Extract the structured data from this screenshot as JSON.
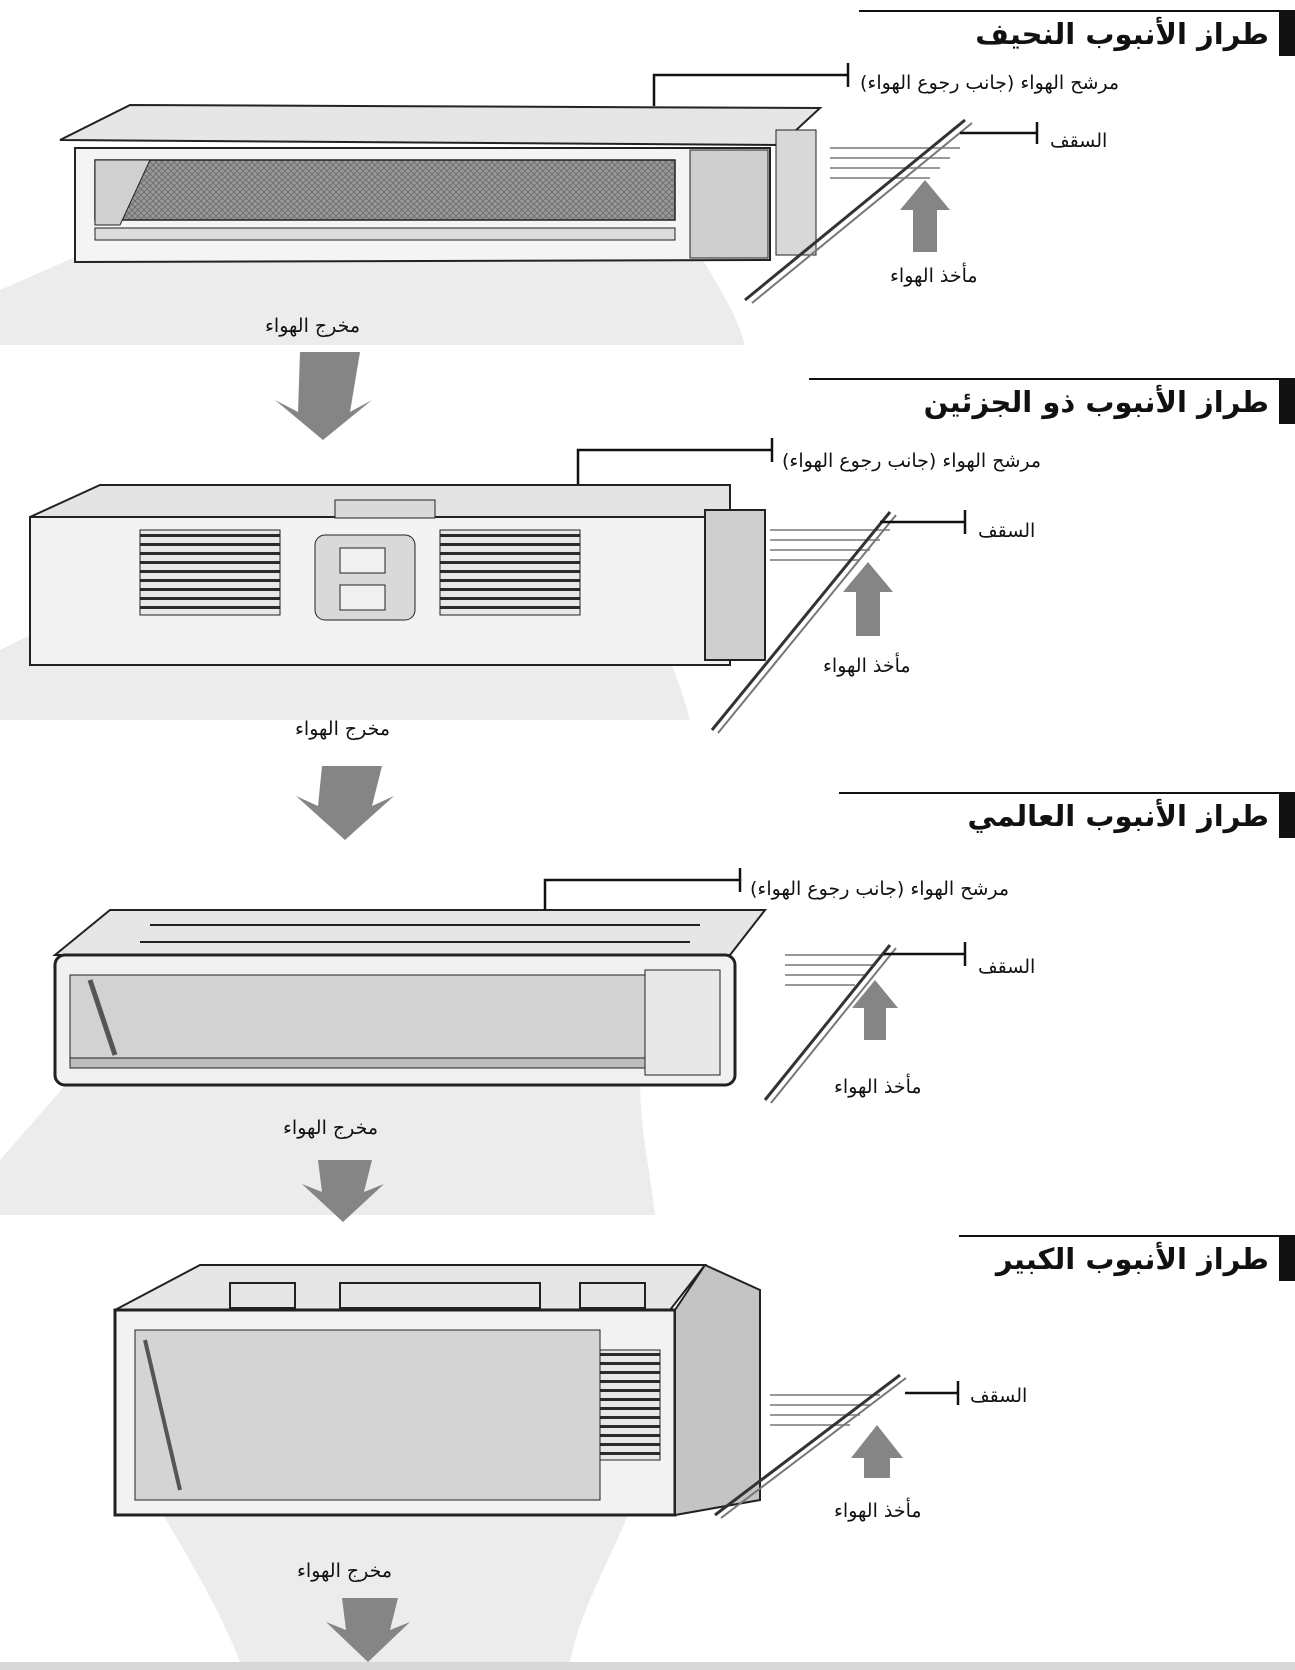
{
  "colors": {
    "ink": "#111111",
    "arrow": "#858585",
    "airflow": "#e9e9e9",
    "unit_body": "#f2f2f2",
    "unit_shade": "#b5b5b5"
  },
  "sections": [
    {
      "title": "طراز الأنبوب النحيف",
      "filter_label": "مرشح الهواء (جانب رجوع الهواء)",
      "ceiling_label": "السقف",
      "intake_label": "مأخذ الهواء",
      "outlet_label": "مخرج الهواء"
    },
    {
      "title": "طراز الأنبوب ذو الجزئين",
      "filter_label": "مرشح الهواء (جانب رجوع الهواء)",
      "ceiling_label": "السقف",
      "intake_label": "مأخذ الهواء",
      "outlet_label": "مخرج الهواء"
    },
    {
      "title": "طراز الأنبوب العالمي",
      "filter_label": "مرشح الهواء (جانب رجوع الهواء)",
      "ceiling_label": "السقف",
      "intake_label": "مأخذ الهواء",
      "outlet_label": "مخرج الهواء"
    },
    {
      "title": "طراز الأنبوب الكبير",
      "ceiling_label": "السقف",
      "intake_label": "مأخذ الهواء",
      "outlet_label": "مخرج الهواء"
    }
  ]
}
